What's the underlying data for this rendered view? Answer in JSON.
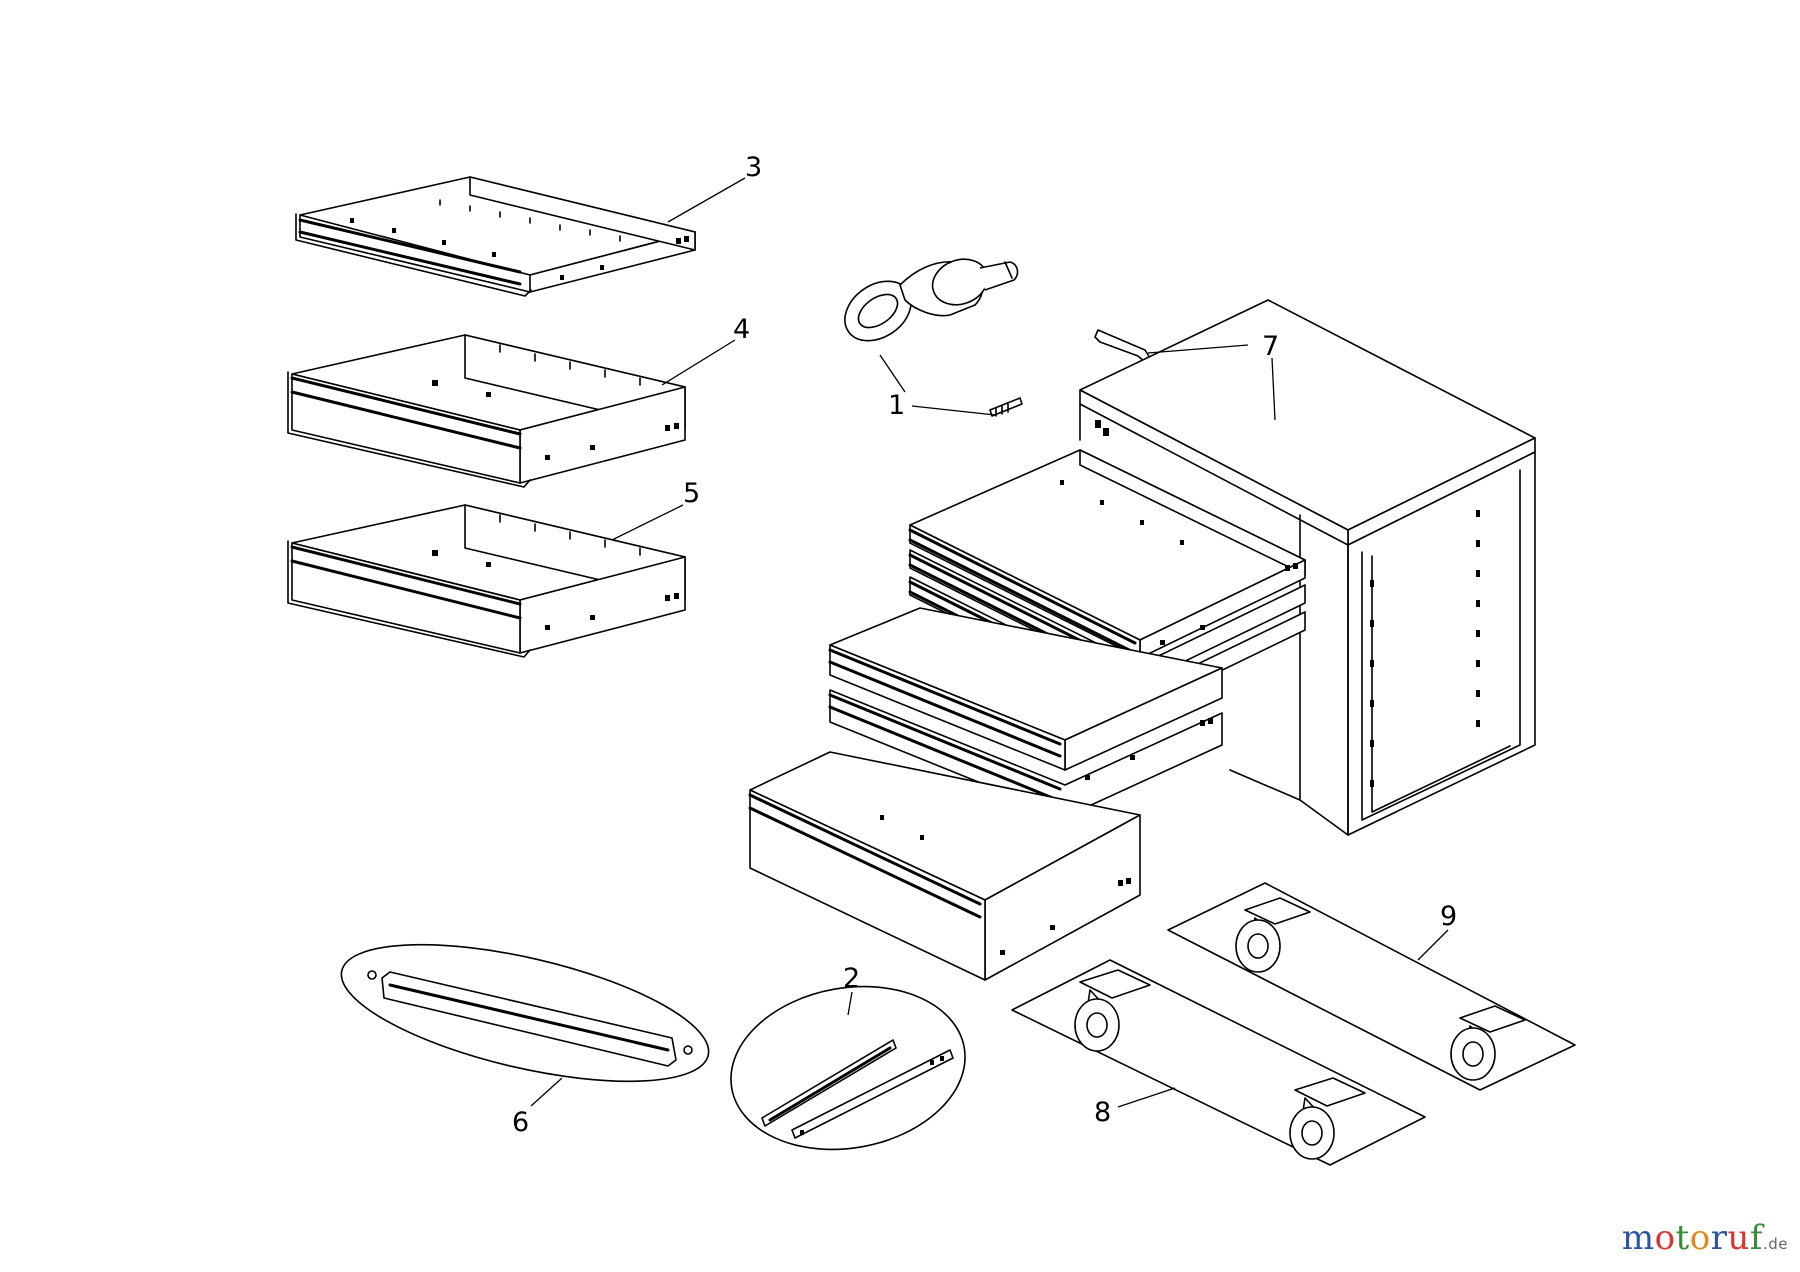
{
  "diagram": {
    "callouts": [
      {
        "id": "c1",
        "label": "1"
      },
      {
        "id": "c2",
        "label": "2"
      },
      {
        "id": "c3",
        "label": "3"
      },
      {
        "id": "c4",
        "label": "4"
      },
      {
        "id": "c5",
        "label": "5"
      },
      {
        "id": "c6",
        "label": "6"
      },
      {
        "id": "c7",
        "label": "7"
      },
      {
        "id": "c8",
        "label": "8"
      },
      {
        "id": "c9",
        "label": "9"
      }
    ]
  },
  "watermark": {
    "letters": [
      "m",
      "o",
      "t",
      "o",
      "r",
      "u",
      "f"
    ],
    "colors": [
      "#2b55a4",
      "#d7352e",
      "#3a8b35",
      "#e08a1e",
      "#2b55a4",
      "#d7352e",
      "#3a8b35"
    ],
    "suffix": ".de"
  }
}
